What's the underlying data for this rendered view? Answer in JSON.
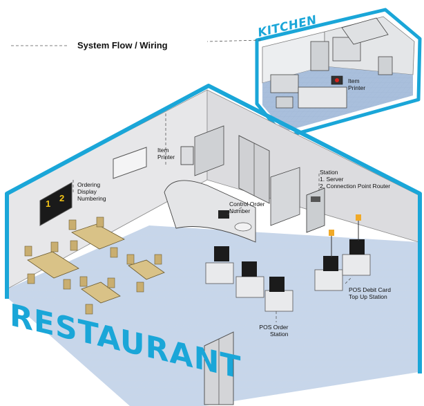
{
  "diagram": {
    "title": "System Flow / Wiring",
    "kitchen_label": "KITCHEN",
    "restaurant_label": "RESTAURANT",
    "accent_color": "#1aa6d8",
    "labels": {
      "kitchen_item_printer": [
        "Item",
        "Printer"
      ],
      "item_printer": [
        "Item",
        "Printer"
      ],
      "ordering_display": [
        "Ordering",
        "Display",
        "Numbering"
      ],
      "control_order": [
        "Control Order",
        "Number"
      ],
      "station": [
        "Station",
        "1. Server",
        "2. Connection Point Router"
      ],
      "pos_debit": [
        "POS Debit Card",
        "Top Up Station"
      ],
      "pos_order": [
        "POS Order",
        "Station"
      ]
    },
    "display_numbers": [
      "1",
      "2"
    ]
  }
}
